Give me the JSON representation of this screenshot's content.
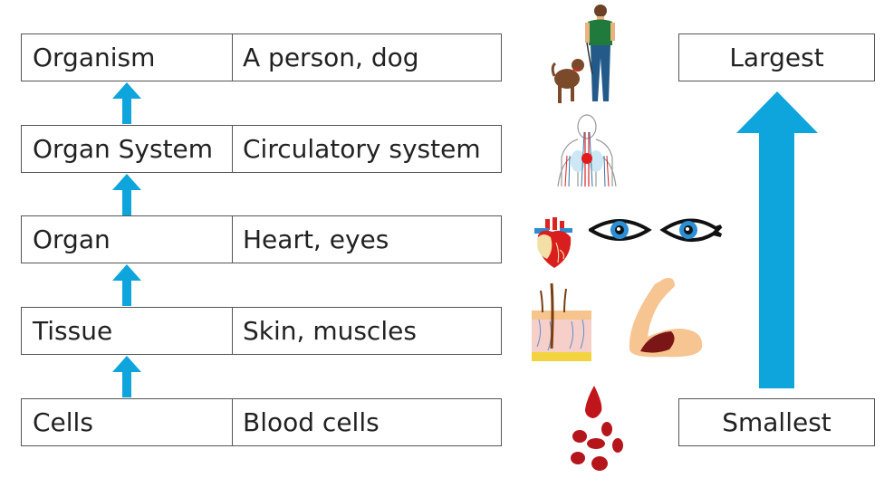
{
  "colors": {
    "arrow": "#0ea5dc",
    "border": "#555555",
    "text": "#222222"
  },
  "hierarchy": [
    {
      "level": "Organism",
      "example": "A person, dog",
      "icon": "person-walking-dog-icon"
    },
    {
      "level": "Organ System",
      "example": "Circulatory system",
      "icon": "circulatory-system-icon"
    },
    {
      "level": "Organ",
      "example": "Heart, eyes",
      "icons": [
        "heart-icon",
        "eye-icon",
        "eye-icon"
      ]
    },
    {
      "level": "Tissue",
      "example": "Skin, muscles",
      "icons": [
        "skin-tissue-icon",
        "flexed-arm-muscle-icon"
      ]
    },
    {
      "level": "Cells",
      "example": "Blood cells",
      "icon": "blood-cells-icon"
    }
  ],
  "scale": {
    "top_label": "Largest",
    "bottom_label": "Smallest"
  }
}
